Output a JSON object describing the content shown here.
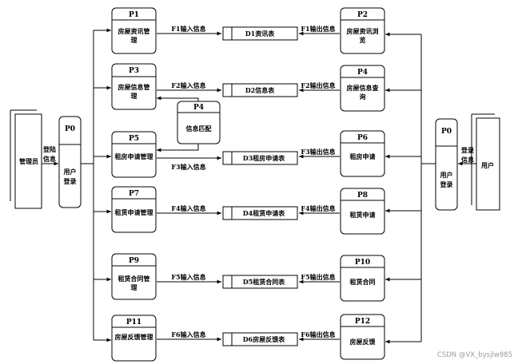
{
  "entities": {
    "admin": {
      "label": "管理员"
    },
    "user": {
      "label": "用户"
    }
  },
  "login": {
    "left": {
      "id": "P0",
      "lines": [
        "用户",
        "登录"
      ],
      "flow_lines": [
        "登陆",
        "信息"
      ]
    },
    "right": {
      "id": "P0",
      "lines": [
        "用户",
        "登录"
      ],
      "flow_lines": [
        "登录",
        "信息"
      ]
    }
  },
  "admin_processes": [
    {
      "id": "P1",
      "lines": [
        "房屋资讯管",
        "理"
      ]
    },
    {
      "id": "P3",
      "lines": [
        "房屋信息管",
        "理"
      ]
    },
    {
      "id": "P5",
      "lines": [
        "租房申请管理"
      ]
    },
    {
      "id": "P7",
      "lines": [
        "租赁申请管理"
      ]
    },
    {
      "id": "P9",
      "lines": [
        "租赁合同管",
        "理"
      ]
    },
    {
      "id": "P11",
      "lines": [
        "房屋反馈管理"
      ]
    }
  ],
  "user_processes": [
    {
      "id": "P2",
      "lines": [
        "房屋资讯浏",
        "览"
      ]
    },
    {
      "id": "P4",
      "lines": [
        "房屋信息查",
        "询"
      ]
    },
    {
      "id": "P6",
      "lines": [
        "租房申请"
      ]
    },
    {
      "id": "P8",
      "lines": [
        "租赁申请"
      ]
    },
    {
      "id": "P10",
      "lines": [
        "租赁合同"
      ]
    },
    {
      "id": "P12",
      "lines": [
        "房屋反馈"
      ]
    }
  ],
  "stores": [
    {
      "label": "D1资讯表"
    },
    {
      "label": "D2信息表"
    },
    {
      "label": "D3租房申请表"
    },
    {
      "label": "D4租赁申请表"
    },
    {
      "label": "D5租赁合同表"
    },
    {
      "label": "D6房屋反馈表"
    }
  ],
  "input_flows": [
    "F1输入信息",
    "F2输入信息",
    "F3输入信息",
    "F4输入信息",
    "F5输入信息",
    "F6输入信息"
  ],
  "output_flows": [
    "F1输出信息",
    "F2输出信息",
    "F3输出信息",
    "F4输出信息",
    "F5输出信息",
    "F6输出信息"
  ],
  "match_process": {
    "id": "P4",
    "label": "信息匹配"
  },
  "watermark": "CSDN @VX_bysjlw985"
}
